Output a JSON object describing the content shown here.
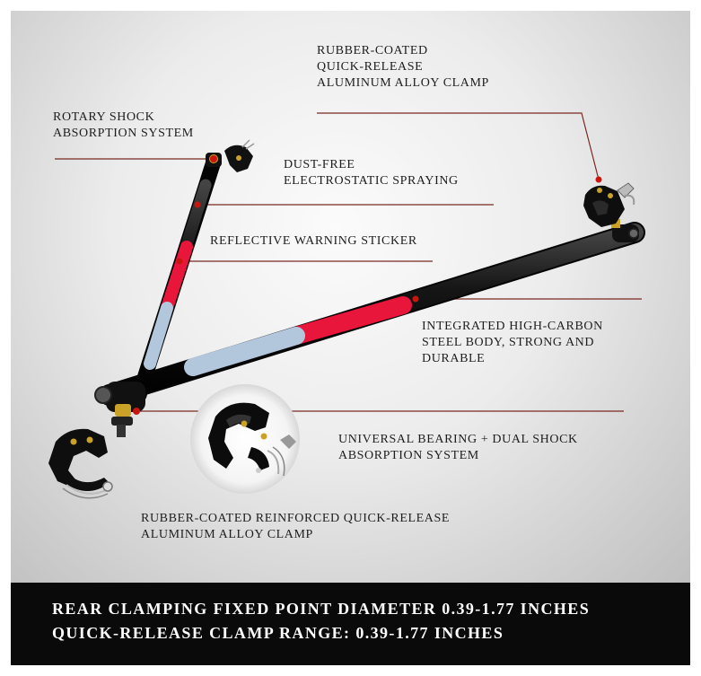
{
  "callouts": {
    "top_clamp": [
      "RUBBER-COATED",
      "QUICK-RELEASE",
      "ALUMINUM ALLOY CLAMP"
    ],
    "rotary": [
      "ROTARY SHOCK",
      "ABSORPTION SYSTEM"
    ],
    "dust": [
      "DUST-FREE",
      "ELECTROSTATIC SPRAYING"
    ],
    "reflective": "REFLECTIVE WARNING STICKER",
    "steel": [
      "INTEGRATED HIGH-CARBON",
      "STEEL BODY, STRONG AND",
      "DURABLE"
    ],
    "bearing": [
      "UNIVERSAL BEARING + DUAL SHOCK",
      "ABSORPTION SYSTEM"
    ],
    "bottom_clamp": [
      "RUBBER-COATED REINFORCED QUICK-RELEASE",
      "ALUMINUM ALLOY CLAMP"
    ]
  },
  "specs": {
    "line1": "REAR CLAMPING FIXED POINT DIAMETER 0.39-1.77 INCHES",
    "line2": "QUICK-RELEASE CLAMP RANGE: 0.39-1.77 INCHES"
  },
  "colors": {
    "leader": "#7a2a22",
    "marker": "#c8160f",
    "bar_black": "#151515",
    "reflector_red": "#e8163a",
    "reflector_blue": "#b2c6dc",
    "bearing_gold": "#c9a227",
    "banner": "#0a0a0a"
  }
}
